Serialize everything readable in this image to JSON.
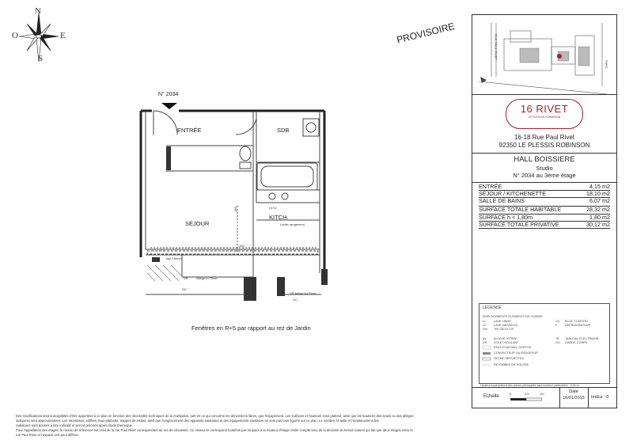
{
  "compass": {
    "n": "N",
    "e": "E",
    "s": "S",
    "o": "O"
  },
  "stamp": "PROVISOIRE",
  "plan": {
    "unit_tag": "N° 2034",
    "rooms": {
      "entree": "ENTRÉE",
      "sdb": "SDB",
      "kitch": "KITCH.",
      "sejour": "SÉJOUR"
    },
    "notes": {
      "limite_rangement": "Limite rangement",
      "lv_lv": "LV/Lv",
      "dim_280": "280",
      "dim_365": "365",
      "hsp": "hsp 180cm",
      "vr": "VR",
      "allege": "Allège h=70cm",
      "gc_left": "GC",
      "gc_right": "GC",
      "vr_right": "VR Allège h=70cm"
    },
    "caption": "Fenêtres en R+5 par rapport au rez de Jardin"
  },
  "site_plan": {
    "street_label": "RUE PAUL RIVET",
    "park_label": "PARC"
  },
  "brand": {
    "name": "16 RIVET",
    "sub": "LE PLESSIS ROBINSON",
    "color": "#9b2335"
  },
  "address": {
    "line1": "16-18 Rue Paul Rivet",
    "line2": "92350 LE PLESSIS ROBINSON"
  },
  "unit": {
    "hall": "HALL BOISSIERE",
    "type": "Studio",
    "number": "N° 2034 au 3ème étage"
  },
  "areas": [
    {
      "label": "ENTRÉE",
      "value": "4,15 m2"
    },
    {
      "label": "SÉJOUR / KITCHENETTE",
      "value": "18,10 m2"
    },
    {
      "label": "SALLE DE BAINS",
      "value": "6,07 m2"
    },
    {
      "label": "SURFACE TOTALE HABITABLE",
      "value": "28,32 m2"
    },
    {
      "label": "SURFACE h < 1,80m",
      "value": "1,80 m2"
    },
    {
      "label": "SURFACE TOTALE PRIVATIVE",
      "value": "30,12 m2"
    }
  ],
  "legend": {
    "title": "LÉGENDE",
    "heading": "EMPLACEMENTS ELEMENTS DE CUISINE",
    "items_left": [
      {
        "code": "LL",
        "label": "LAVE LINGE"
      },
      {
        "code": "LV",
        "label": "LAVE VAISSELLE"
      },
      {
        "code": "TW",
        "label": "TRI SELECTIF"
      }
    ],
    "items_right": [
      {
        "code": "CU",
        "label": "BLOC CUISSON"
      },
      {
        "code": "F",
        "label": "REFRIGERATEUR"
      }
    ],
    "items2_left": [
      {
        "code": "AV",
        "label": "ALLEGE VITREE"
      },
      {
        "code": "VR",
        "label": "VOLET ROULANT"
      },
      {
        "code": "",
        "label": "FAUX-PLAFOND, SOFFITE"
      },
      {
        "code": "",
        "label": "CONVECTEUR OU RADIATEUR"
      },
      {
        "code": "",
        "label": "SECHE-SERVIETTES"
      },
      {
        "code": "",
        "label": "RETOMBEE DE POUTRE"
      }
    ],
    "items2_right": [
      {
        "code": "TE",
        "label": "TABLEAU ELECTRIQUE"
      },
      {
        "code": "GC",
        "label": "GARDE-CORPS"
      }
    ],
    "footnote": "Hauteur sous plafond des pièces principales sauf mention particulière : 2,50 m"
  },
  "scale": {
    "label": "Echelle",
    "ticks": [
      "0",
      "0.5",
      "1m"
    ]
  },
  "date": {
    "label": "Date",
    "value": "16/01/2015"
  },
  "index": {
    "label": "Indice : 0"
  },
  "disclaimer": [
    "Des modifications sont susceptibles d'être apportées à ce plan en fonction des nécessités techniques de la réalisation, tant en ce qui concerne les dimensions libres, que l'équipement. Les surfaces et hauteurs sous plafond, ainsi que les hauteurs des seuils ou des allèges",
    "indiquées sont approximatives. Les retombées, soffites, faux-plafonds, trappes de visites, ainsi que l'emplacement des appareils sanitaires et des équipements sanitaires ne sont pas tous figurés sur ce plan. Le nombre, la taille et l'emplacement des",
    "radiateurs sont donnés à titre indicatif et seront précisés après étude thermique.",
    "Pour l'appellation des étages, le niveau de référence est celui de la rue Paul Rivet correspondant au rez-de-chaussée. Ce niveau ne correspond toutefois pas toujours à la hauteur d'étage réelle compte tenu de la déclivité du terrain naturel qui fait que deux étages entre la",
    "rue Paul Rivet et l'espace vert peut différer."
  ]
}
